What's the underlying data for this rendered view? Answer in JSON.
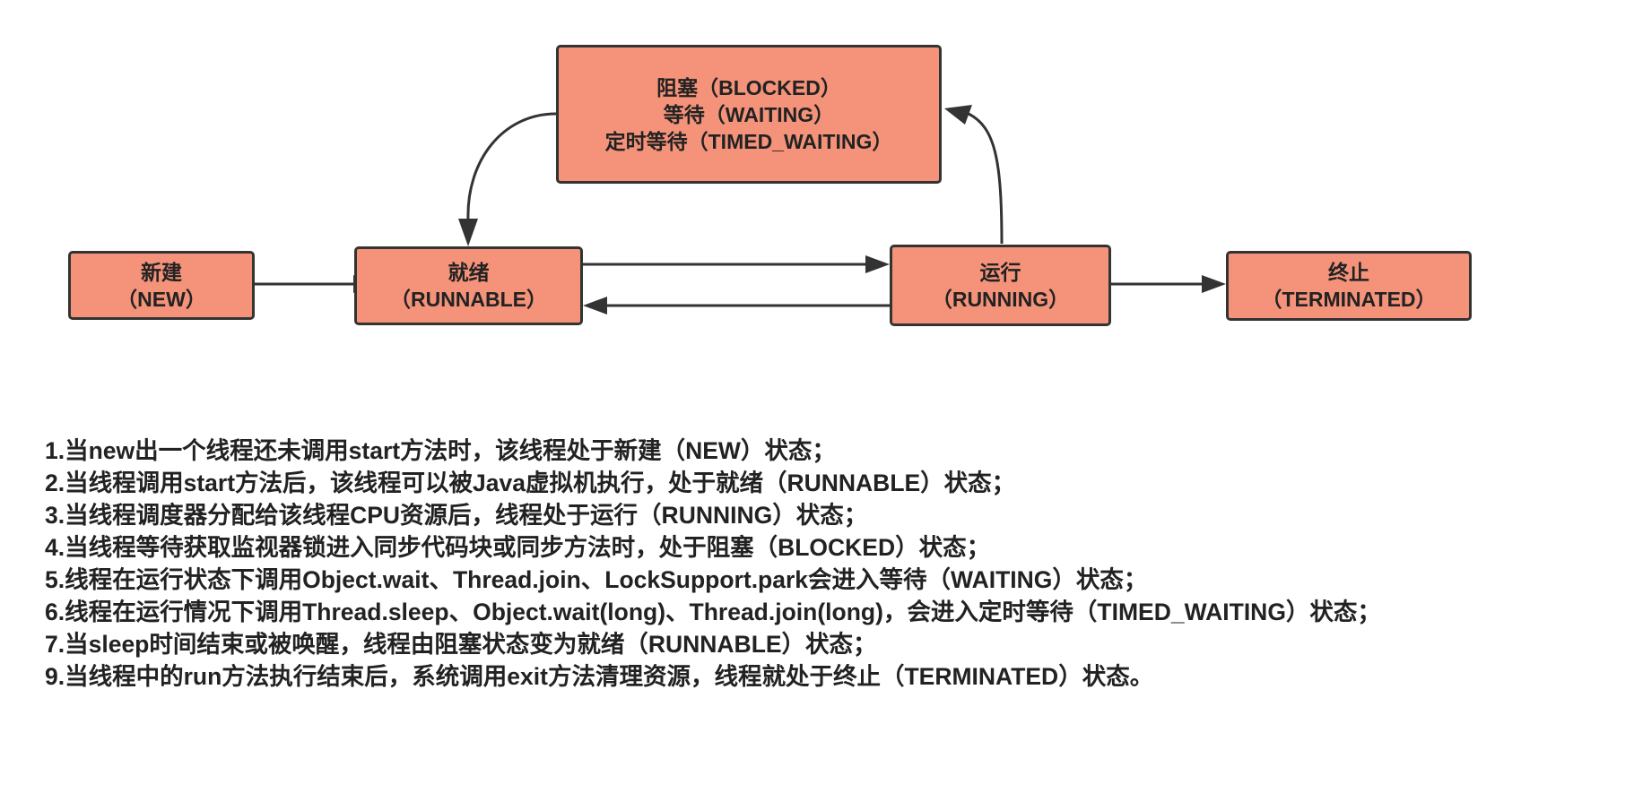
{
  "colors": {
    "box_fill": "#f4937a",
    "box_border": "#333333",
    "arrow": "#333333",
    "text": "#222222"
  },
  "states": {
    "blocked": {
      "lines": [
        "阻塞（BLOCKED）",
        "等待（WAITING）",
        "定时等待（TIMED_WAITING）"
      ]
    },
    "new": {
      "lines": [
        "新建",
        "（NEW）"
      ]
    },
    "runnable": {
      "lines": [
        "就绪",
        "（RUNNABLE）"
      ]
    },
    "running": {
      "lines": [
        "运行",
        "（RUNNING）"
      ]
    },
    "terminated": {
      "lines": [
        "终止",
        "（TERMINATED）"
      ]
    }
  },
  "notes": [
    "1.当new出一个线程还未调用start方法时，该线程处于新建（NEW）状态；",
    "2.当线程调用start方法后，该线程可以被Java虚拟机执行，处于就绪（RUNNABLE）状态；",
    "3.当线程调度器分配给该线程CPU资源后，线程处于运行（RUNNING）状态；",
    "4.当线程等待获取监视器锁进入同步代码块或同步方法时，处于阻塞（BLOCKED）状态；",
    "5.线程在运行状态下调用Object.wait、Thread.join、LockSupport.park会进入等待（WAITING）状态；",
    "6.线程在运行情况下调用Thread.sleep、Object.wait(long)、Thread.join(long)，会进入定时等待（TIMED_WAITING）状态；",
    "7.当sleep时间结束或被唤醒，线程由阻塞状态变为就绪（RUNNABLE）状态；",
    "9.当线程中的run方法执行结束后，系统调用exit方法清理资源，线程就处于终止（TERMINATED）状态。"
  ]
}
